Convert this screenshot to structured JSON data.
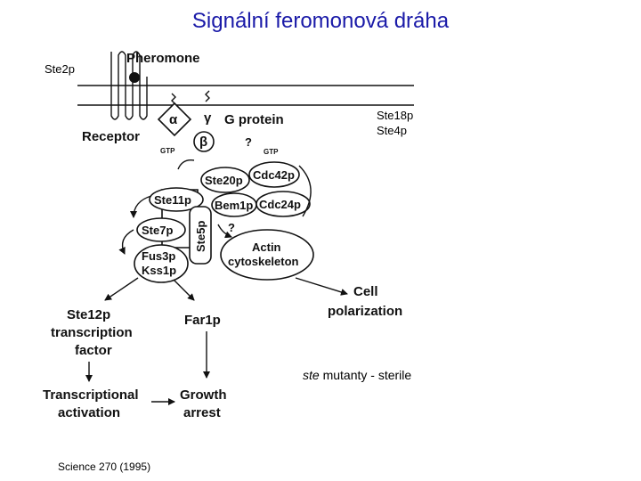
{
  "slide": {
    "title": "Signální feromonová dráha",
    "ste2p": "Ste2p",
    "ste18p": "Ste18p",
    "ste4p": "Ste4p",
    "mutant_italic": "ste",
    "mutant_rest": " mutanty - sterile",
    "source": "Science 270 (1995)"
  },
  "diagram": {
    "pheromone": "Pheromone",
    "receptor": "Receptor",
    "g_protein": "G protein",
    "alpha": "α",
    "gamma": "γ",
    "beta": "β",
    "gtp": "GTP",
    "question": "?",
    "ste20p": "Ste20p",
    "cdc42p": "Cdc42p",
    "ste11p": "Ste11p",
    "bem1p": "Bem1p",
    "cdc24p": "Cdc24p",
    "ste7p": "Ste7p",
    "ste5p": "Ste5p",
    "fus3p": "Fus3p",
    "kss1p": "Kss1p",
    "actin": "Actin",
    "cytoskeleton": "cytoskeleton",
    "cell": "Cell",
    "polarization": "polarization",
    "ste12p": "Ste12p",
    "transcription": "transcription",
    "factor": "factor",
    "far1p": "Far1p",
    "transcriptional": "Transcriptional",
    "activation": "activation",
    "growth": "Growth",
    "arrest": "arrest"
  }
}
